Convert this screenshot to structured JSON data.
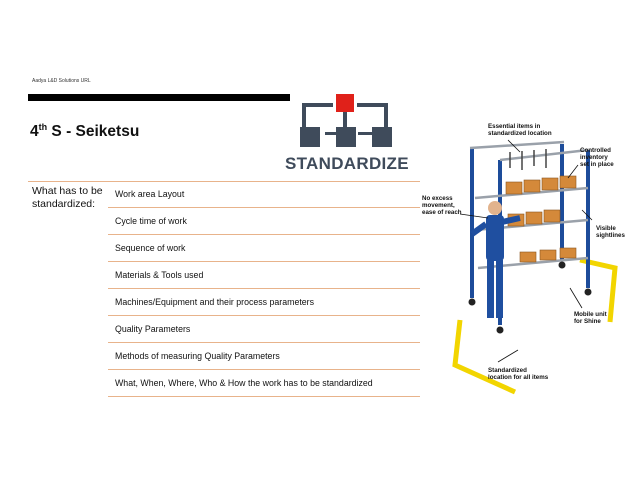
{
  "header_small": "Aadya L&D Solutions URL",
  "title": {
    "prefix": "4",
    "sup": "th",
    "rest": " S - Seiketsu"
  },
  "logo_label": "STANDARDIZE",
  "left_cell": "What has to be standardized:",
  "items": [
    "Work area Layout",
    "Cycle time of work",
    "Sequence of work",
    "Materials & Tools used",
    "Machines/Equipment and their process parameters",
    "Quality Parameters",
    "Methods of measuring Quality Parameters",
    "What, When, Where, Who & How the work has to be standardized"
  ],
  "annotations": {
    "essential": [
      "Essential items in",
      "standardized location"
    ],
    "controlled": [
      "Controlled",
      "inventory",
      "set in place"
    ],
    "no_excess": [
      "No excess",
      "movement,",
      "ease of reach"
    ],
    "visible": [
      "Visible",
      "sightlines"
    ],
    "mobile": [
      "Mobile unit",
      "for Shine"
    ],
    "std_location": [
      "Standardized",
      "location for all items"
    ]
  },
  "colors": {
    "accent_red": "#e0211a",
    "logo_navy": "#3f4b5b",
    "rule": "#e8b38b",
    "floor_yellow": "#f2d500",
    "rack_blue": "#1d4c9a"
  }
}
